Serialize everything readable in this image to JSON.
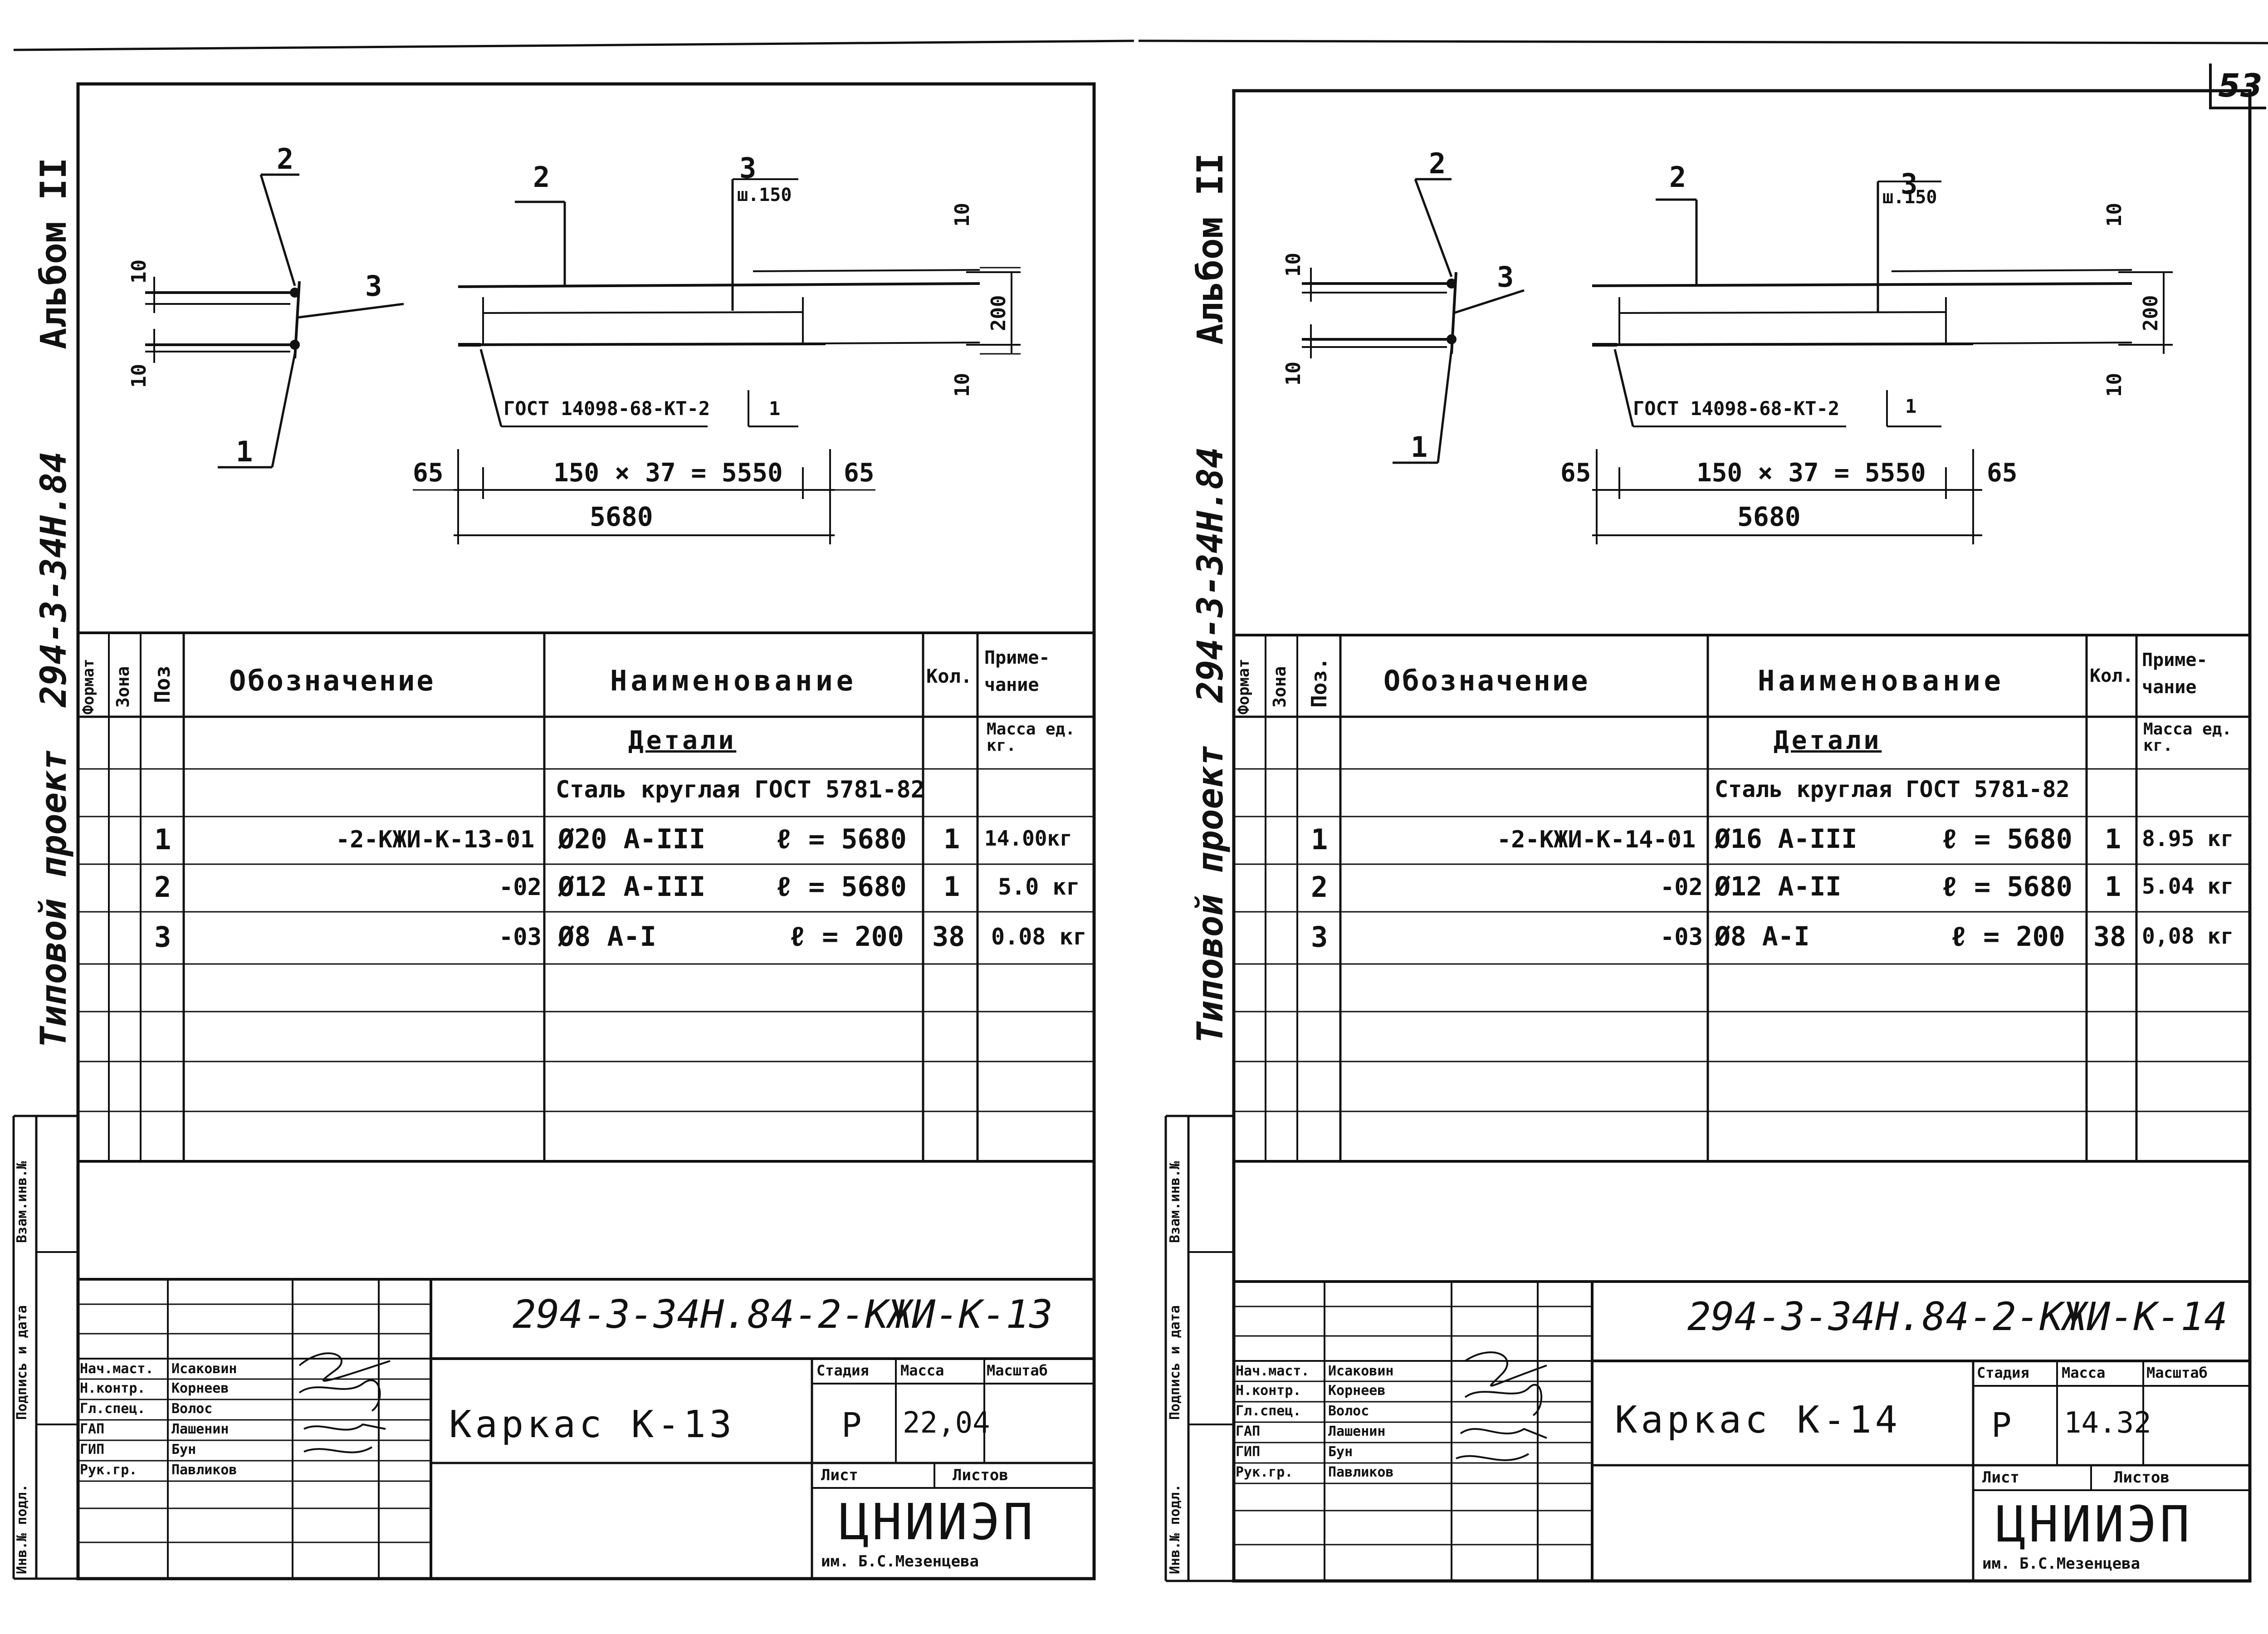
{
  "page_number": "53",
  "sheets": [
    {
      "side_album": "Альбом II",
      "side_project_label": "Типовой проект",
      "side_project_code": "294-3-34Н.84",
      "stamp_side": [
        "Инв.№ подл.",
        "Подпись и дата",
        "Взам.инв.№"
      ],
      "drawing": {
        "callout_1": "1",
        "callout_2": "2",
        "callout_3": "3",
        "dim_10_top": "10",
        "dim_10_bottom": "10",
        "callout_step": "ш.150",
        "dim_200": "200",
        "weld_note": "ГОСТ 14098-68-КТ-2",
        "weld_note_num": "1",
        "dim_65_left": "65",
        "dim_65_right": "65",
        "dim_spacing": "150 × 37 = 5550",
        "dim_total": "5680"
      },
      "spec": {
        "headers": {
          "format": "Формат",
          "zone": "Зона",
          "pos": "Поз",
          "designation": "Обозначение",
          "name": "Наименование",
          "qty": "Кол.",
          "note": "Приме- чание"
        },
        "section_title": "Детали",
        "mass_label": "Масса ед. кг.",
        "material": "Сталь круглая ГОСТ 5781-82",
        "rows": [
          {
            "pos": "1",
            "designation": "-2-КЖИ-К-13-01",
            "name": "Ø20 А-III",
            "length": "ℓ = 5680",
            "qty": "1",
            "note": "14.00кг"
          },
          {
            "pos": "2",
            "designation": "-02",
            "name": "Ø12 А-III",
            "length": "ℓ = 5680",
            "qty": "1",
            "note": "5.0 кг"
          },
          {
            "pos": "3",
            "designation": "-03",
            "name": "Ø8 А-I",
            "length": "ℓ = 200",
            "qty": "38",
            "note": "0.08 кг"
          }
        ]
      },
      "title_block": {
        "doc_code": "294-3-34Н.84-2-КЖИ-К-13",
        "title": "Каркас К-13",
        "stage_label": "Стадия",
        "mass_label": "Масса",
        "scale_label": "Масштаб",
        "stage": "Р",
        "mass": "22,04",
        "sheet_label": "Лист",
        "sheets_label": "Листов",
        "org": "ЦНИИЭП",
        "org_sub": "им. Б.С.Мезенцева",
        "roles": [
          "Нач.маст.",
          "Н.контр.",
          "Гл.спец.",
          "ГАП",
          "ГИП",
          "Рук.гр."
        ],
        "names": [
          "Исаковин",
          "Корнеев",
          "Волос",
          "Лашенин",
          "Бун",
          "Павликов"
        ]
      }
    },
    {
      "side_album": "Альбом II",
      "side_project_label": "Типовой проект",
      "side_project_code": "294-3-34Н.84",
      "stamp_side": [
        "Инв.№ подл.",
        "Подпись и дата",
        "Взам.инв.№"
      ],
      "drawing": {
        "callout_1": "1",
        "callout_2": "2",
        "callout_3": "3",
        "dim_10_top": "10",
        "dim_10_bottom": "10",
        "callout_step": "ш.150",
        "dim_200": "200",
        "weld_note": "ГОСТ 14098-68-КТ-2",
        "weld_note_num": "1",
        "dim_65_left": "65",
        "dim_65_right": "65",
        "dim_spacing": "150 × 37 = 5550",
        "dim_total": "5680"
      },
      "spec": {
        "headers": {
          "format": "Формат",
          "zone": "Зона",
          "pos": "Поз.",
          "designation": "Обозначение",
          "name": "Наименование",
          "qty": "Кол.",
          "note": "Приме- чание"
        },
        "section_title": "Детали",
        "mass_label": "Масса ед. кг.",
        "material": "Сталь круглая ГОСТ 5781-82",
        "rows": [
          {
            "pos": "1",
            "designation": "-2-КЖИ-К-14-01",
            "name": "Ø16 А-III",
            "length": "ℓ = 5680",
            "qty": "1",
            "note": "8.95 кг"
          },
          {
            "pos": "2",
            "designation": "-02",
            "name": "Ø12 А-II",
            "length": "ℓ = 5680",
            "qty": "1",
            "note": "5.04 кг"
          },
          {
            "pos": "3",
            "designation": "-03",
            "name": "Ø8 А-I",
            "length": "ℓ = 200",
            "qty": "38",
            "note": "0,08 кг"
          }
        ]
      },
      "title_block": {
        "doc_code": "294-3-34Н.84-2-КЖИ-К-14",
        "title": "Каркас К-14",
        "stage_label": "Стадия",
        "mass_label": "Масса",
        "scale_label": "Масштаб",
        "stage": "Р",
        "mass": "14.32",
        "sheet_label": "Лист",
        "sheets_label": "Листов",
        "org": "ЦНИИЭП",
        "org_sub": "им. Б.С.Мезенцева",
        "roles": [
          "Нач.маст.",
          "Н.контр.",
          "Гл.спец.",
          "ГАП",
          "ГИП",
          "Рук.гр."
        ],
        "names": [
          "Исаковин",
          "Корнеев",
          "Волос",
          "Лашенин",
          "Бун",
          "Павликов"
        ]
      }
    }
  ]
}
